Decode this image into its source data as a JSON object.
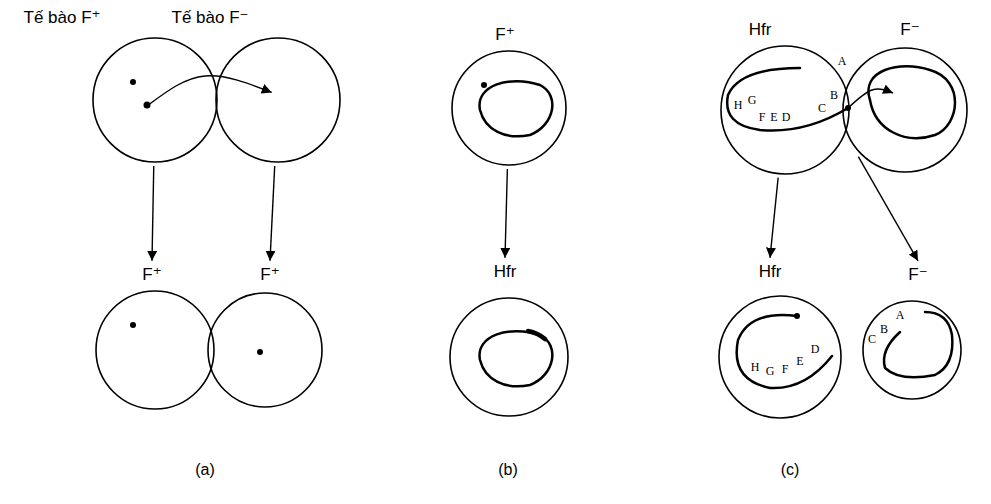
{
  "diagram": {
    "nodes": [
      {
        "text": [
          "Tế bào F⁺"
        ]
      },
      {
        "text": [
          "Tế bào F⁻"
        ]
      },
      {
        "text": [
          "F⁺"
        ]
      },
      {
        "text": [
          "F⁺"
        ]
      },
      {
        "text": [
          "F⁺"
        ]
      },
      {
        "text": [
          "Hfr"
        ]
      },
      {
        "text": [
          "Hfr"
        ]
      },
      {
        "text": [
          "F⁻"
        ]
      },
      {
        "text": [
          "Hfr"
        ]
      },
      {
        "text": [
          "F⁻"
        ]
      }
    ],
    "edges": [
      {
        "from": 0,
        "to": 1,
        "arrow": "to"
      },
      {
        "from": 0,
        "to": 2,
        "arrow": "to"
      },
      {
        "from": 1,
        "to": 3,
        "arrow": "to"
      },
      {
        "from": 4,
        "to": 5,
        "arrow": "to"
      },
      {
        "from": 6,
        "to": 7,
        "arrow": "to"
      },
      {
        "from": 6,
        "to": 8,
        "arrow": "to"
      },
      {
        "from": 7,
        "to": 9,
        "arrow": "to"
      }
    ],
    "labels": [
      "A",
      "H",
      "G",
      "F",
      "E",
      "D",
      "C",
      "B",
      "H",
      "G",
      "F",
      "E",
      "D",
      "C",
      "B",
      "A",
      "(a)",
      "(b)",
      "(c)"
    ]
  }
}
